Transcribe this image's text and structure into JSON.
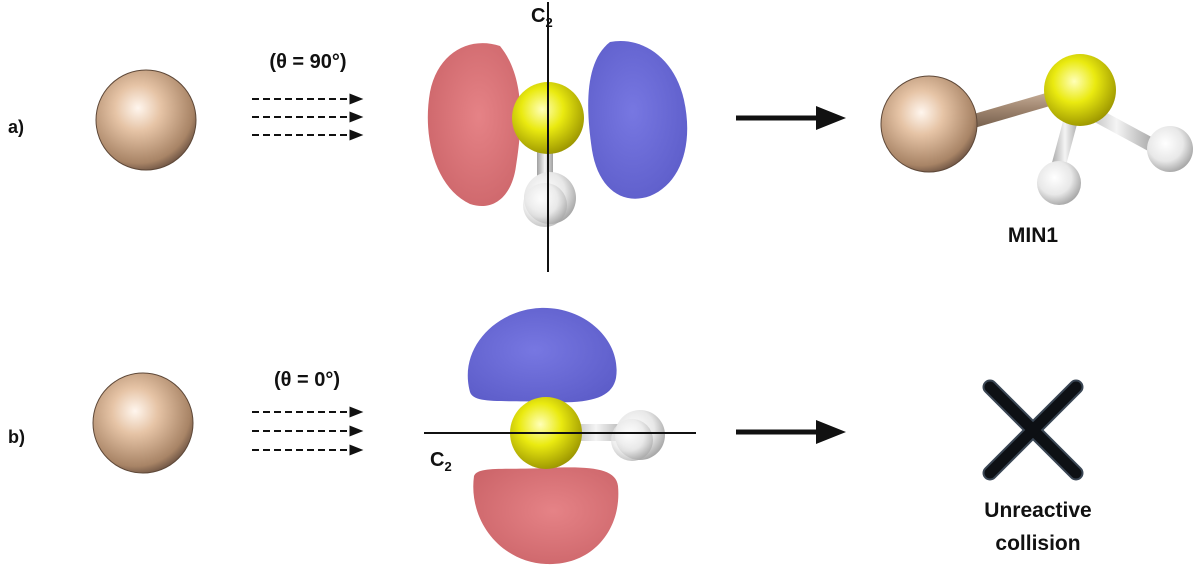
{
  "colors": {
    "metal_atom": "#d9b497",
    "sulfur_atom": "#e8e600",
    "hydrogen_atom": "#e6e6e6",
    "orbital_positive": "#6565d8",
    "orbital_negative": "#dc6e72",
    "bond_metal_sulfur": "#b0977f",
    "line": "#111111"
  },
  "panel_a": {
    "label": "a)",
    "angle": "(θ = 90°)",
    "axis": "C",
    "axis_sub": "2",
    "product": "MIN1"
  },
  "panel_b": {
    "label": "b)",
    "angle": "(θ = 0°)",
    "axis": "C",
    "axis_sub": "2",
    "outcome_line1": "Unreactive",
    "outcome_line2": "collision"
  },
  "icons": {
    "approach": "dashed-arrows-icon",
    "reaction": "arrow-right-icon",
    "no_reaction": "x-mark-icon"
  }
}
